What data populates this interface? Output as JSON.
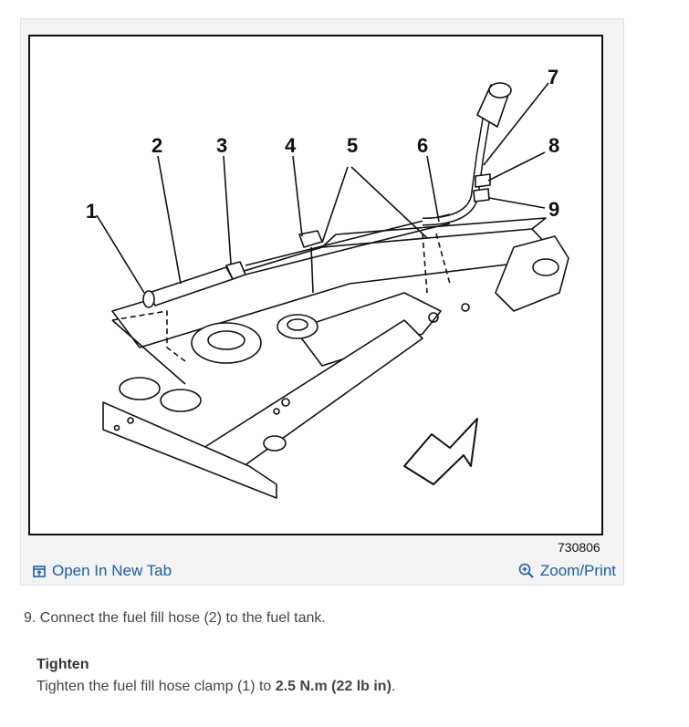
{
  "figure": {
    "figure_number": "730806",
    "callouts": [
      "1",
      "2",
      "3",
      "4",
      "5",
      "6",
      "7",
      "8",
      "9"
    ],
    "open_tab_label": "Open In New Tab",
    "zoom_label": "Zoom/Print",
    "open_tab_icon": "open-in-new-tab-icon",
    "zoom_icon": "zoom-in-icon",
    "link_color": "#1a5fa8"
  },
  "instructions": {
    "step": "9. Connect the fuel fill hose (2) to the fuel tank.",
    "tighten_heading": "Tighten",
    "tighten_prefix": "Tighten the fuel fill hose clamp (1) to ",
    "tighten_value": "2.5 N.m (22 lb in)",
    "tighten_suffix": "."
  }
}
